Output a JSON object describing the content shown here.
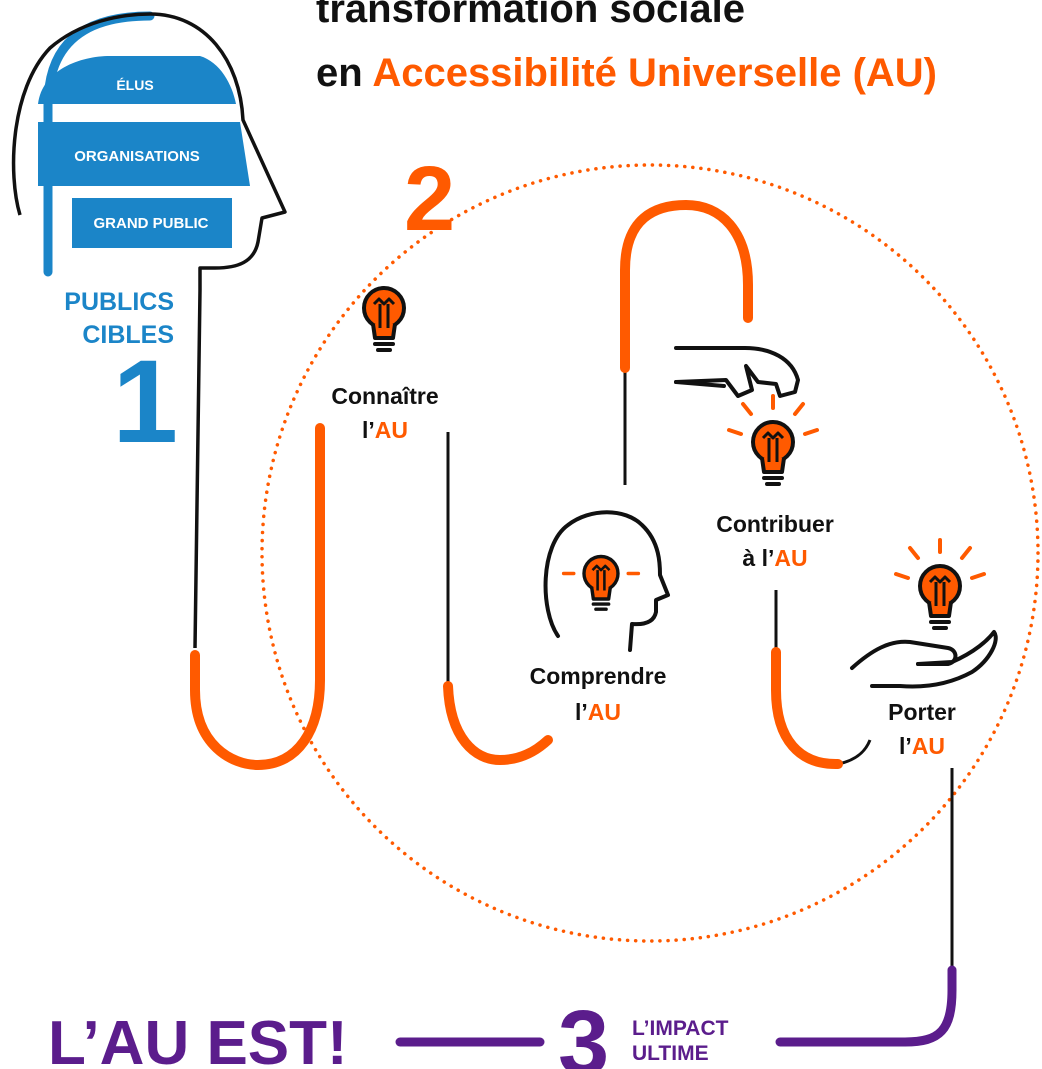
{
  "header": {
    "line1": "transformation sociale",
    "line2_prefix": "en ",
    "line2_highlight": "Accessibilité Universelle (AU)"
  },
  "publics": {
    "levels": [
      "ÉLUS",
      "ORGANISATIONS",
      "GRAND PUBLIC"
    ],
    "label_line1": "PUBLICS",
    "label_line2": "CIBLES",
    "number": "1"
  },
  "circle": {
    "number": "2"
  },
  "stages": [
    {
      "verb": "Connaître",
      "prefix": "l’",
      "highlight": "AU"
    },
    {
      "verb": "Comprendre",
      "prefix": "l’",
      "highlight": "AU"
    },
    {
      "verb": "Contribuer",
      "prefix": "à l’",
      "highlight": "AU"
    },
    {
      "verb": "Porter",
      "prefix": "l’",
      "highlight": "AU"
    }
  ],
  "impact": {
    "result": "L’AU EST!",
    "number": "3",
    "label_line1": "L’IMPACT",
    "label_line2": "ULTIME"
  },
  "icons": [
    "head-profile-icon",
    "lightbulb-icon",
    "hand-giving-icon",
    "hand-open-icon"
  ],
  "colors": {
    "blue": "#1b85c8",
    "orange": "#ff5a00",
    "purple": "#5b1d8c",
    "black": "#111111"
  }
}
